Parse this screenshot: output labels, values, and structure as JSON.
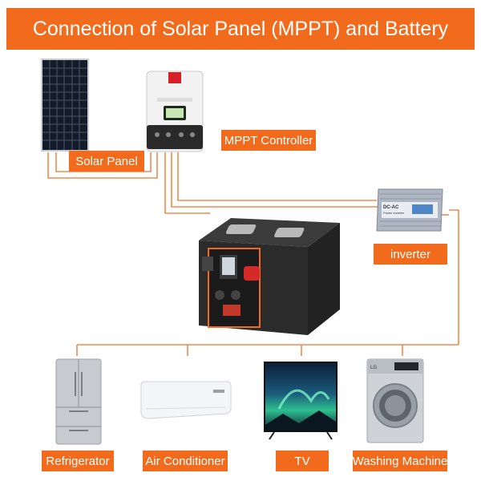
{
  "title": "Connection of Solar Panel (MPPT) and Battery",
  "labels": {
    "solar_panel": "Solar Panel",
    "mppt_controller": "MPPT Controller",
    "inverter": "inverter",
    "refrigerator": "Refrigerator",
    "air_conditioner": "Air Conditioner",
    "tv": "TV",
    "washing_machine": "Washing Machine"
  },
  "device_text": {
    "inverter_face": "DC-AC",
    "inverter_sub": "Power Inverter",
    "washer_brand": "LG"
  },
  "colors": {
    "accent": "#f26b1d",
    "wire": "#f08a4b"
  }
}
